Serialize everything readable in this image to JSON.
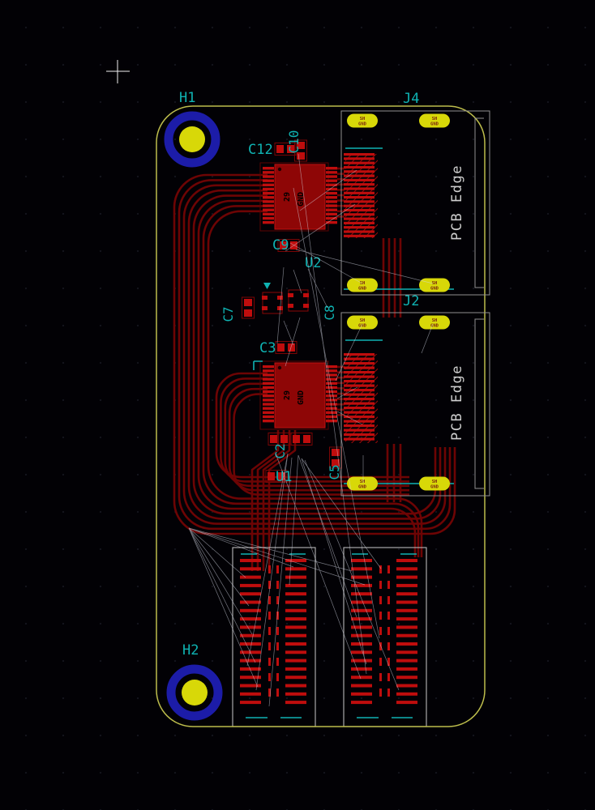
{
  "colors": {
    "bg": "#020105",
    "grid-dot": "#14141c",
    "board-edge": "#bdbd4c",
    "pad-yellow": "#d8d808",
    "copper": "#bf0d0d",
    "copper-dark": "#6d0404",
    "body-red": "#8e0606",
    "cyan": "#0fb3b3",
    "hole-blue": "#1c1ca8",
    "gray": "#909090",
    "fab-text": "#cfcfcf",
    "airwire": "#d5d9e6",
    "pad-text": "#7a2510"
  },
  "refs": {
    "h1": "H1",
    "h2": "H2",
    "j4": "J4",
    "j2": "J2",
    "u1": "U1",
    "u2": "U2",
    "c2": "C2",
    "c3": "C3",
    "c5": "C5",
    "c7": "C7",
    "c8": "C8",
    "c9": "C9",
    "c10": "C10",
    "c12": "C12"
  },
  "edge_label": "PCB Edge",
  "connector_pad": {
    "line1": "SH",
    "line2": "GND"
  },
  "ic_marking": {
    "pin": "29",
    "value": "GND"
  }
}
